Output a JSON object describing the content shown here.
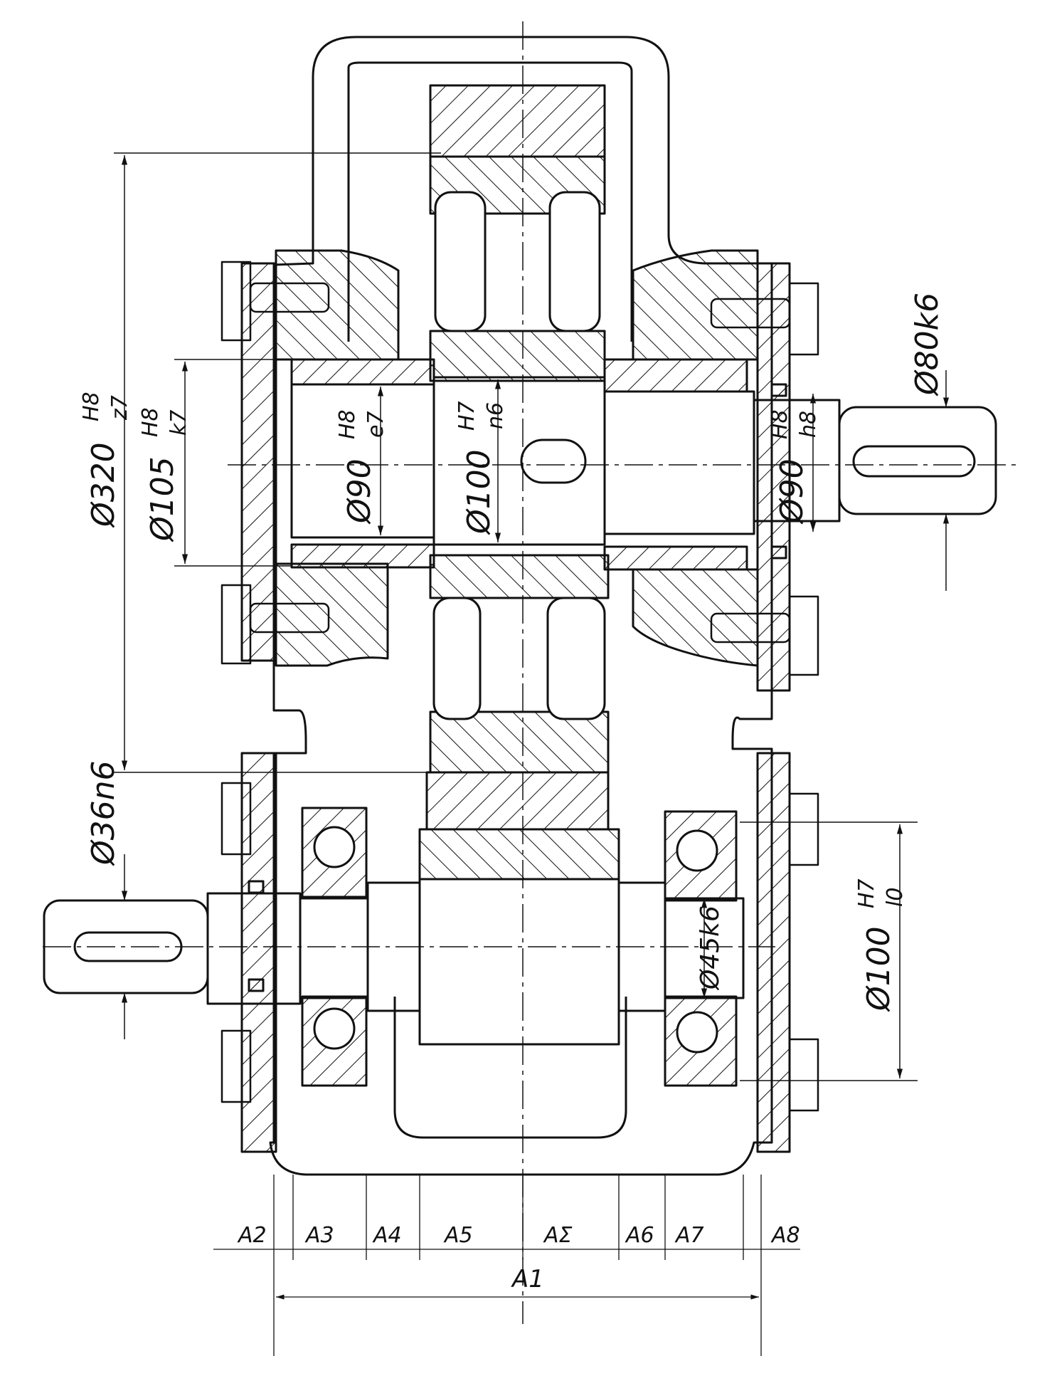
{
  "labels": {
    "d320": "Ø320",
    "d320_fit_num": "H8",
    "d320_fit_den": "z7",
    "d105": "Ø105",
    "d105_fit_num": "H8",
    "d105_fit_den": "k7",
    "d90_left": "Ø90",
    "d90_left_fit_num": "H8",
    "d90_left_fit_den": "e7",
    "d100_mid": "Ø100",
    "d100_mid_fit_num": "H7",
    "d100_mid_fit_den": "n6",
    "d90_right": "Ø90",
    "d90_right_fit_num": "H8",
    "d90_right_fit_den": "h8",
    "d80": "Ø80k6",
    "d36": "Ø36n6",
    "d45": "Ø45k6",
    "d100_low": "Ø100",
    "d100_low_fit_num": "H7",
    "d100_low_fit_den": "l0",
    "A1": "A1",
    "A2": "A2",
    "A3": "A3",
    "A4": "A4",
    "A5": "A5",
    "AE": "AΣ",
    "A6": "A6",
    "A7": "A7",
    "A8": "A8"
  },
  "colors": {
    "ink": "#111111",
    "paper": "#ffffff"
  },
  "icons": {
    "bearing": "ball-bearing-symbol",
    "seal": "seal-symbol"
  }
}
